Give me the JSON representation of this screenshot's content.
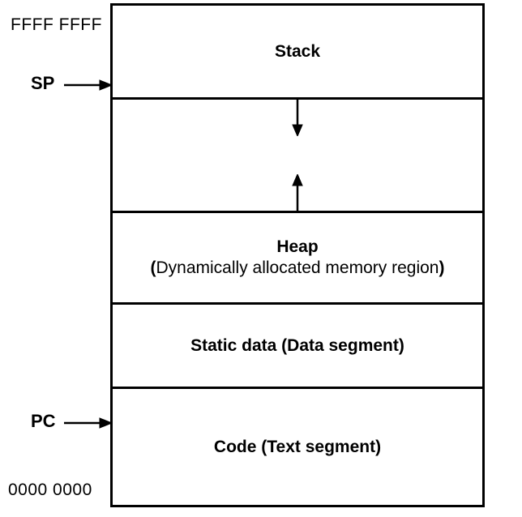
{
  "diagram": {
    "colors": {
      "line": "#000000",
      "background": "#ffffff",
      "text": "#000000"
    },
    "address_top": "FFFF FFFF",
    "address_bottom": "0000 0000",
    "sp_label": "SP",
    "pc_label": "PC",
    "segments": {
      "stack": {
        "label": "Stack"
      },
      "free_space": {
        "down_arrow_icon": "arrow-down",
        "up_arrow_icon": "arrow-up"
      },
      "heap": {
        "label": "Heap",
        "subtitle_open": "(",
        "subtitle": "Dynamically allocated memory region",
        "subtitle_close": ")"
      },
      "static_data": {
        "label": "Static data (Data segment)"
      },
      "code": {
        "label": "Code (Text segment)"
      }
    }
  }
}
